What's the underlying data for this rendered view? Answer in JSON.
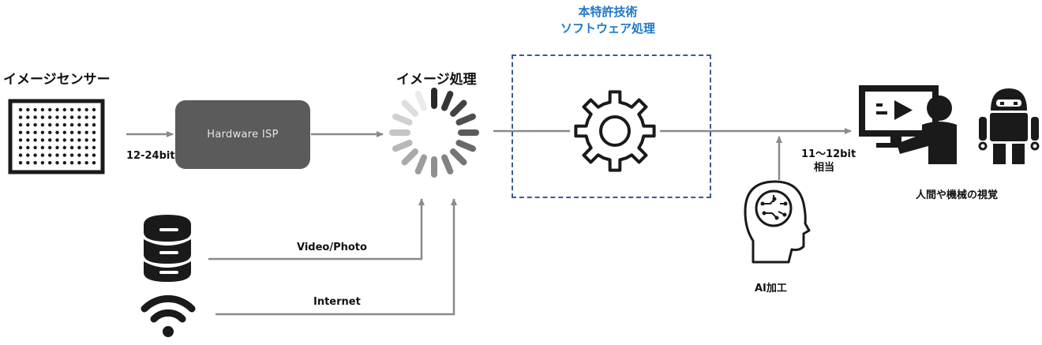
{
  "colors": {
    "accent": "#1f78c8",
    "arrow": "#8a8a8a",
    "box": "#5b5b5b",
    "dashed": "#3b5b8f"
  },
  "sensor": {
    "label": "イメージセンサー",
    "icon": "sensor-grid-icon"
  },
  "link_bits": "12-24bit",
  "isp": {
    "label": "Hardware ISP"
  },
  "processing": {
    "label": "イメージ処理",
    "icon": "loading-spinner-icon"
  },
  "patent": {
    "line1": "本特許技術",
    "line2": "ソフトウェア処理",
    "icon": "gear-icon"
  },
  "sources": [
    {
      "label": "Video/Photo",
      "icon": "database-icon"
    },
    {
      "label": "Internet",
      "icon": "wifi-icon"
    }
  ],
  "ai": {
    "label": "AI加工",
    "icon": "ai-head-icon"
  },
  "output_bits": {
    "line1": "11〜12bit",
    "line2": "相当"
  },
  "vision": {
    "label": "人間や機械の視覚",
    "icons": [
      "monitor-person-icon",
      "robot-icon"
    ]
  }
}
